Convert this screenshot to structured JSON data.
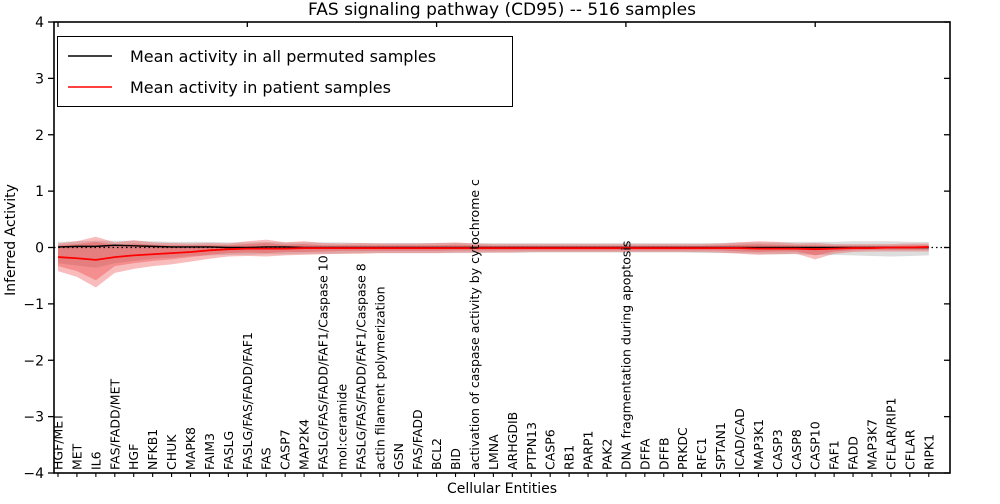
{
  "title": "FAS signaling pathway (CD95) -- 516 samples",
  "legend": {
    "items": [
      {
        "label": "Mean activity in all permuted samples",
        "color": "#000000"
      },
      {
        "label": "Mean activity in patient samples",
        "color": "#ff0000"
      }
    ]
  },
  "chart_data": {
    "type": "line",
    "title": "FAS signaling pathway (CD95) -- 516 samples",
    "xlabel": "Cellular Entities",
    "ylabel": "Inferred Activity",
    "ylim": [
      -4,
      4
    ],
    "grid": false,
    "legend_position": "upper left",
    "ytick_values": [
      4,
      3,
      2,
      1,
      0,
      -1,
      -2,
      -3,
      -4
    ],
    "ytick_labels": [
      "4",
      "3",
      "2",
      "1",
      "0",
      "−1",
      "−2",
      "−3",
      "−4"
    ],
    "zero_line": {
      "y": 0,
      "style": "dotted",
      "color": "#000000"
    },
    "categories": [
      "HGF/MET",
      "MET",
      "IL6",
      "FAS/FADD/MET",
      "HGF",
      "NFKB1",
      "CHUK",
      "MAPK8",
      "FAIM3",
      "FASLG",
      "FASLG/FAS/FADD/FAF1",
      "FAS",
      "CASP7",
      "MAP2K4",
      "FASLG/FAS/FADD/FAF1/Caspase 10",
      "mol:ceramide",
      "FASLG/FAS/FADD/FAF1/Caspase 8",
      "actin filament polymerization",
      "GSN",
      "FAS/FADD",
      "BCL2",
      "BID",
      "activation of caspase activity by cytochrome c",
      "LMNA",
      "ARHGDIB",
      "PTPN13",
      "CASP6",
      "RB1",
      "PARP1",
      "PAK2",
      "DNA fragmentation during apoptosis",
      "DFFA",
      "DFFB",
      "PRKDC",
      "RFC1",
      "SPTAN1",
      "ICAD/CAD",
      "MAP3K1",
      "CASP3",
      "CASP8",
      "CASP10",
      "FAF1",
      "FADD",
      "MAP3K7",
      "CFLAR/RIP1",
      "CFLAR",
      "RIPK1"
    ],
    "series": [
      {
        "name": "Mean activity in all permuted samples",
        "color": "#000000",
        "width": 1.4,
        "values": [
          0.01,
          0.02,
          0.02,
          0.04,
          0.03,
          0.02,
          0.01,
          0.01,
          0.01,
          0.0,
          0.0,
          0.01,
          0.01,
          0.0,
          0.0,
          0.0,
          0.0,
          0.0,
          0.0,
          0.0,
          0.0,
          0.0,
          0.0,
          0.0,
          0.0,
          0.0,
          0.0,
          0.0,
          0.0,
          0.0,
          0.0,
          0.0,
          0.0,
          0.0,
          0.0,
          0.0,
          0.0,
          0.0,
          0.0,
          0.0,
          0.0,
          0.0,
          0.0,
          0.0,
          0.0,
          0.0,
          0.0
        ]
      },
      {
        "name": "Mean activity in patient samples",
        "color": "#ff0000",
        "width": 1.8,
        "values": [
          -0.17,
          -0.19,
          -0.22,
          -0.17,
          -0.14,
          -0.12,
          -0.1,
          -0.08,
          -0.05,
          -0.03,
          -0.02,
          -0.02,
          -0.02,
          -0.01,
          -0.01,
          -0.01,
          -0.01,
          -0.01,
          -0.01,
          -0.01,
          -0.01,
          -0.01,
          -0.01,
          -0.01,
          -0.01,
          -0.01,
          -0.01,
          -0.01,
          -0.01,
          -0.01,
          -0.01,
          -0.01,
          -0.01,
          -0.01,
          -0.01,
          -0.01,
          -0.01,
          -0.02,
          -0.02,
          -0.02,
          -0.03,
          -0.02,
          -0.01,
          -0.01,
          0.0,
          0.0,
          0.01
        ]
      }
    ],
    "bands": [
      {
        "name": "permuted-samples-range",
        "color": "#bbbbbb",
        "opacity": 0.5,
        "upper": [
          0.1,
          0.11,
          0.12,
          0.12,
          0.12,
          0.11,
          0.1,
          0.1,
          0.1,
          0.09,
          0.09,
          0.1,
          0.09,
          0.09,
          0.09,
          0.09,
          0.08,
          0.08,
          0.08,
          0.08,
          0.08,
          0.08,
          0.08,
          0.08,
          0.08,
          0.08,
          0.08,
          0.08,
          0.08,
          0.08,
          0.08,
          0.08,
          0.08,
          0.08,
          0.08,
          0.08,
          0.09,
          0.09,
          0.09,
          0.1,
          0.1,
          0.1,
          0.11,
          0.11,
          0.11,
          0.1,
          0.1
        ],
        "lower": [
          -0.28,
          -0.32,
          -0.36,
          -0.28,
          -0.24,
          -0.2,
          -0.18,
          -0.15,
          -0.14,
          -0.13,
          -0.13,
          -0.12,
          -0.12,
          -0.11,
          -0.11,
          -0.11,
          -0.1,
          -0.1,
          -0.1,
          -0.1,
          -0.1,
          -0.1,
          -0.1,
          -0.09,
          -0.09,
          -0.09,
          -0.09,
          -0.09,
          -0.09,
          -0.09,
          -0.09,
          -0.09,
          -0.09,
          -0.09,
          -0.1,
          -0.1,
          -0.1,
          -0.11,
          -0.12,
          -0.12,
          -0.13,
          -0.13,
          -0.14,
          -0.15,
          -0.16,
          -0.15,
          -0.14
        ]
      },
      {
        "name": "patient-samples-range-outer",
        "color": "#ee3333",
        "opacity": 0.33,
        "upper": [
          0.07,
          0.11,
          0.19,
          0.09,
          0.13,
          0.09,
          0.08,
          0.07,
          0.08,
          0.07,
          0.11,
          0.14,
          0.09,
          0.11,
          0.08,
          0.07,
          0.08,
          0.07,
          0.07,
          0.07,
          0.08,
          0.09,
          0.07,
          0.06,
          0.06,
          0.06,
          0.06,
          0.06,
          0.06,
          0.06,
          0.06,
          0.06,
          0.06,
          0.06,
          0.06,
          0.07,
          0.09,
          0.11,
          0.1,
          0.07,
          0.08,
          0.06,
          0.06,
          0.06,
          0.06,
          0.07,
          0.07
        ],
        "lower": [
          -0.42,
          -0.52,
          -0.71,
          -0.45,
          -0.38,
          -0.33,
          -0.3,
          -0.25,
          -0.2,
          -0.16,
          -0.15,
          -0.16,
          -0.14,
          -0.13,
          -0.12,
          -0.11,
          -0.11,
          -0.1,
          -0.1,
          -0.1,
          -0.1,
          -0.09,
          -0.09,
          -0.09,
          -0.09,
          -0.08,
          -0.08,
          -0.08,
          -0.08,
          -0.08,
          -0.08,
          -0.08,
          -0.08,
          -0.08,
          -0.08,
          -0.09,
          -0.11,
          -0.13,
          -0.12,
          -0.11,
          -0.21,
          -0.11,
          -0.08,
          -0.07,
          -0.07,
          -0.07,
          -0.07
        ]
      },
      {
        "name": "patient-samples-range-inner",
        "color": "#ee3333",
        "opacity": 0.33,
        "upper": [
          0.04,
          0.06,
          0.1,
          0.05,
          0.07,
          0.05,
          0.04,
          0.04,
          0.04,
          0.04,
          0.06,
          0.08,
          0.05,
          0.06,
          0.04,
          0.04,
          0.04,
          0.04,
          0.04,
          0.04,
          0.04,
          0.05,
          0.04,
          0.03,
          0.03,
          0.03,
          0.03,
          0.03,
          0.03,
          0.03,
          0.03,
          0.03,
          0.03,
          0.03,
          0.03,
          0.04,
          0.05,
          0.06,
          0.05,
          0.04,
          0.04,
          0.03,
          0.03,
          0.03,
          0.03,
          0.04,
          0.04
        ],
        "lower": [
          -0.33,
          -0.42,
          -0.58,
          -0.33,
          -0.28,
          -0.24,
          -0.21,
          -0.17,
          -0.13,
          -0.1,
          -0.09,
          -0.1,
          -0.08,
          -0.08,
          -0.07,
          -0.06,
          -0.06,
          -0.06,
          -0.06,
          -0.06,
          -0.06,
          -0.05,
          -0.05,
          -0.05,
          -0.05,
          -0.05,
          -0.05,
          -0.05,
          -0.05,
          -0.05,
          -0.05,
          -0.05,
          -0.05,
          -0.05,
          -0.05,
          -0.05,
          -0.07,
          -0.08,
          -0.07,
          -0.07,
          -0.14,
          -0.07,
          -0.05,
          -0.04,
          -0.04,
          -0.04,
          -0.04
        ]
      }
    ]
  }
}
